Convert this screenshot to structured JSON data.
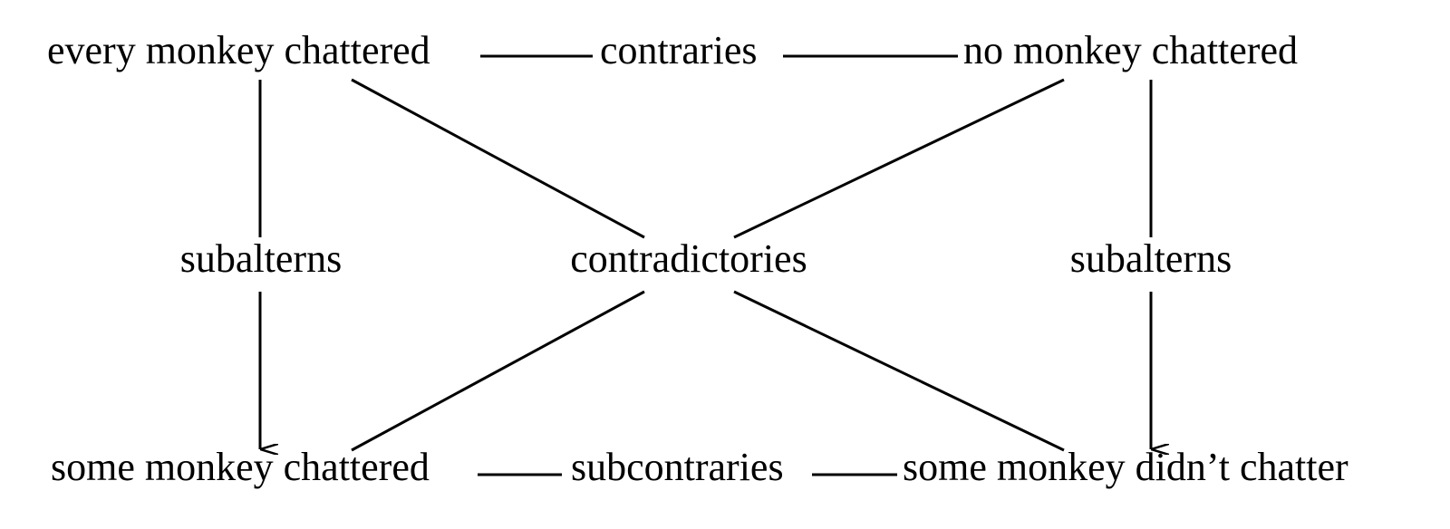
{
  "corners": {
    "top_left": "every monkey chattered",
    "top_right": "no monkey chattered",
    "bottom_left": "some monkey chattered",
    "bottom_right": "some monkey didn’t chatter"
  },
  "relations": {
    "top": "contraries",
    "bottom": "subcontraries",
    "left": "subalterns",
    "right": "subalterns",
    "center": "contradictories"
  },
  "colors": {
    "text": "#000000",
    "lines": "#000000",
    "background": "#ffffff"
  }
}
